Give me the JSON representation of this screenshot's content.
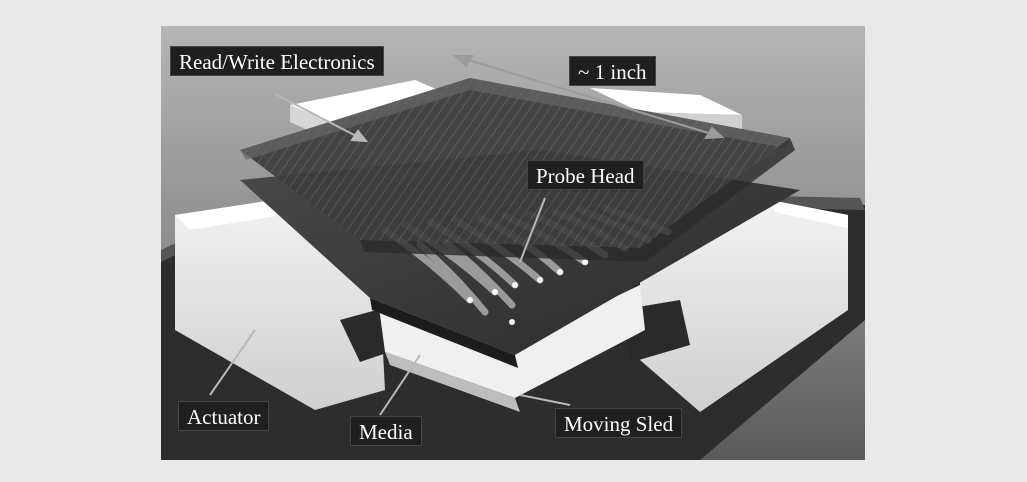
{
  "labels": {
    "read_write": "Read/Write Electronics",
    "inch": "~ 1 inch",
    "probe_head": "Probe Head",
    "actuator": "Actuator",
    "media": "Media",
    "moving_sled": "Moving Sled"
  },
  "colors": {
    "page_background": "#e9e9e9",
    "label_background": "#1f1f1f",
    "label_text": "#ffffff",
    "actuator_block": "#f4f4f4",
    "chip_dark": "#3a3a3a"
  }
}
